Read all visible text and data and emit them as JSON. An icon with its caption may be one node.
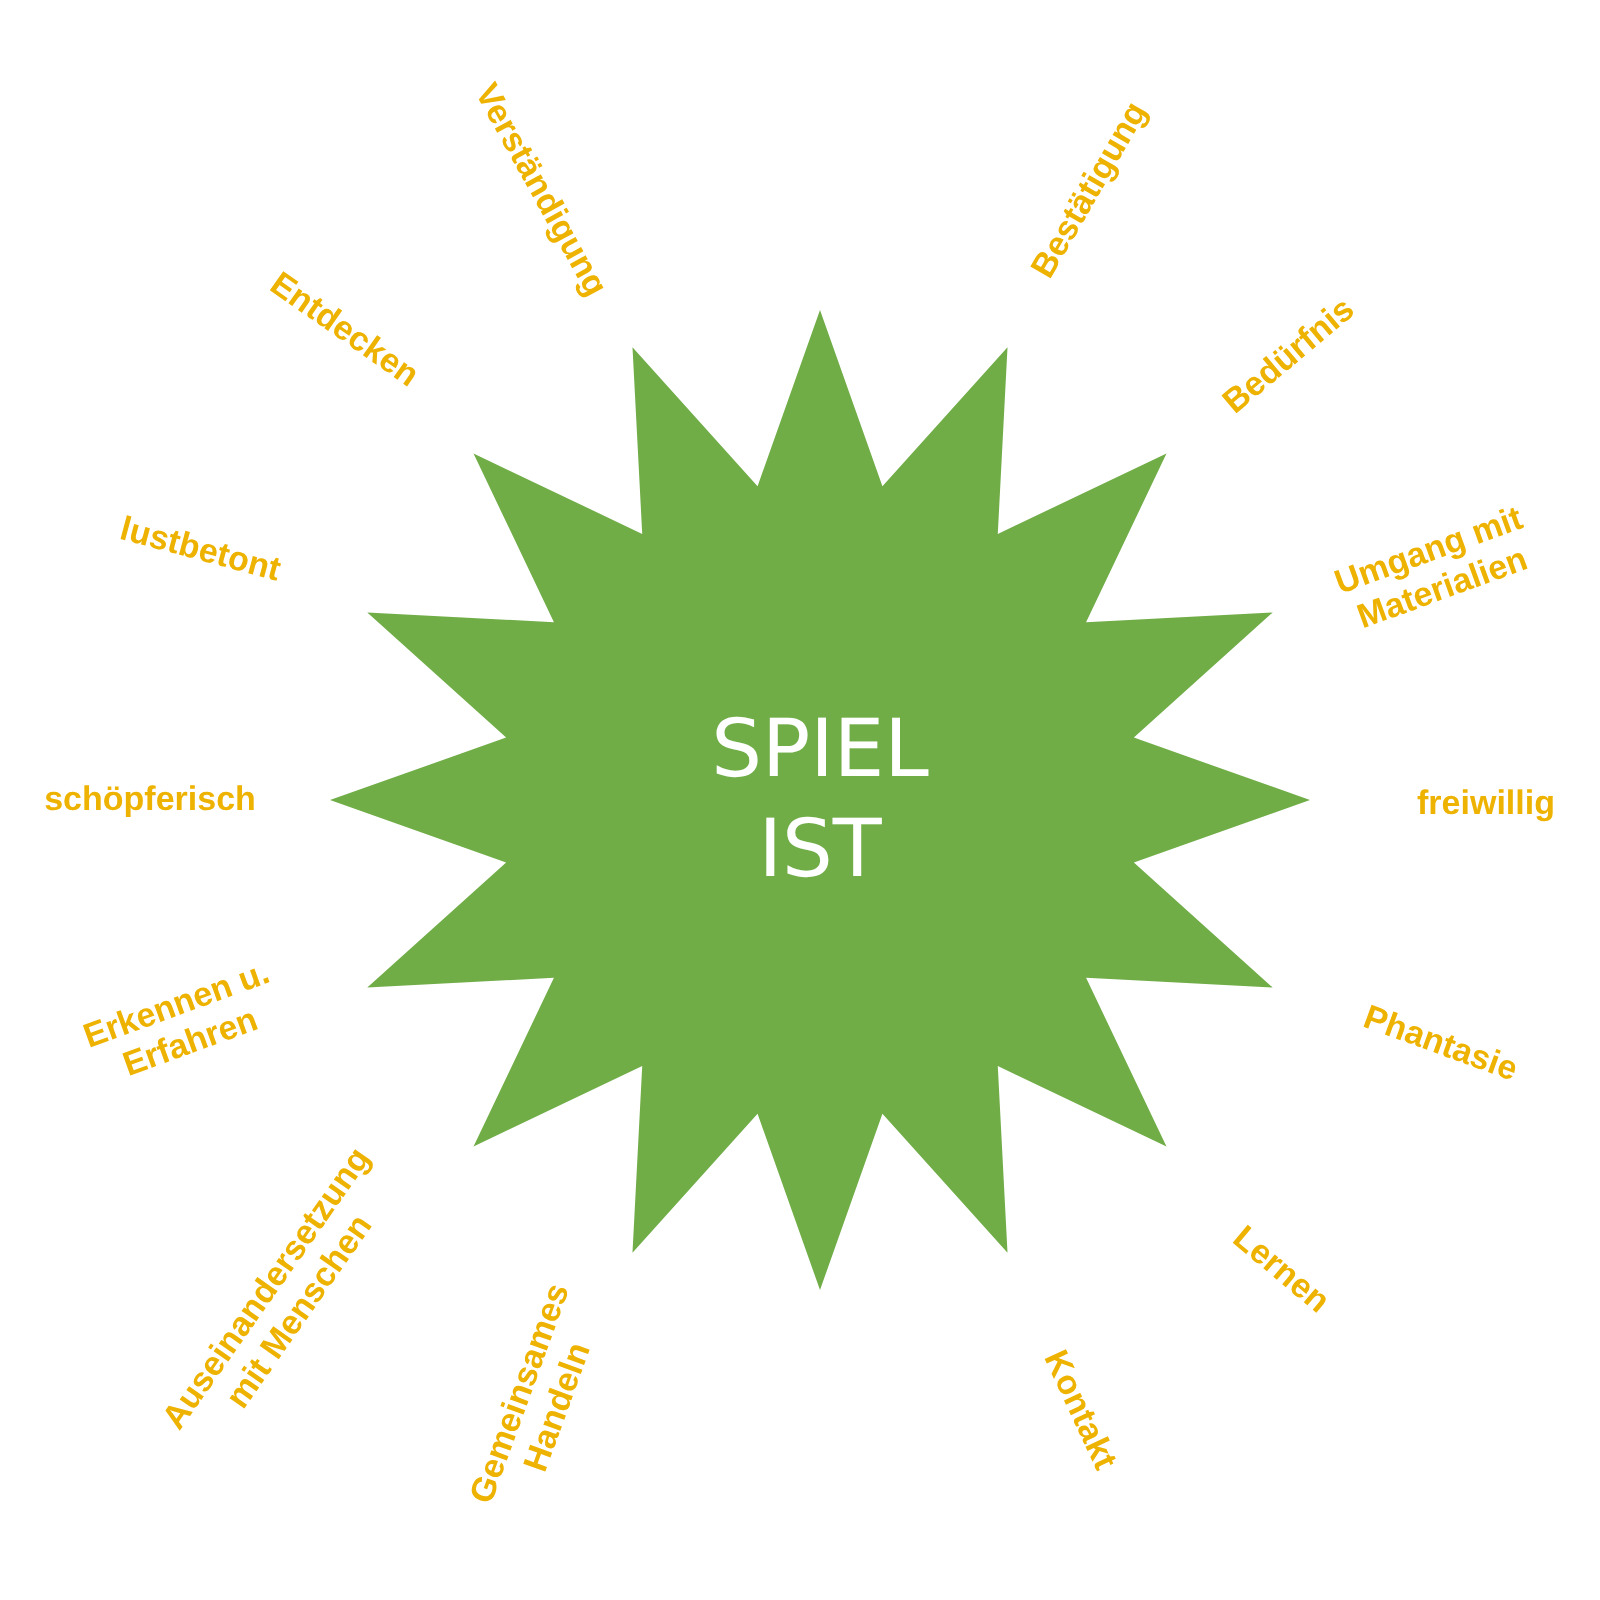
{
  "diagram": {
    "nodes": [
      {
        "text": [
          "SPIEL IST"
        ]
      }
    ],
    "labels": [
      "Verständigung",
      "Bestätigung",
      "Entdecken",
      "Bedürfnis",
      "lustbetont",
      "Umgang mit Materialien",
      "schöpferisch",
      "freiwillig",
      "Erkennen u. Erfahren",
      "Phantasie",
      "Auseinandersetzung mit Menschen",
      "Lernen",
      "Gemeinsames Handeln",
      "Kontakt"
    ]
  }
}
